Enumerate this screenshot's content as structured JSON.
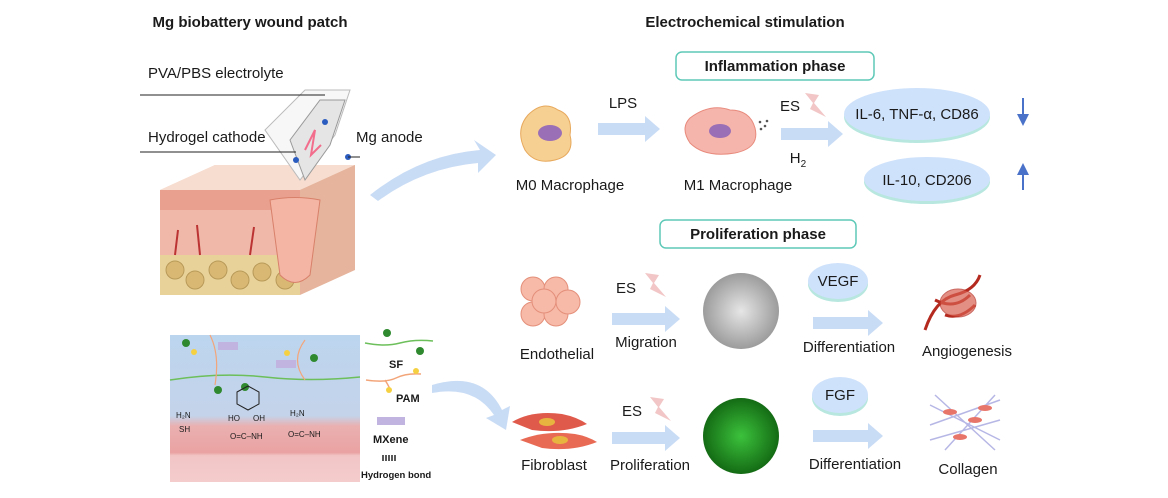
{
  "left": {
    "title": "Mg biobattery wound patch",
    "labels": {
      "electrolyte": "PVA/PBS electrolyte",
      "cathode": "Hydrogel cathode",
      "anode": "Mg anode"
    },
    "legend": {
      "sf": "SF",
      "pam": "PAM",
      "mxene": "MXene",
      "hbond": "Hydrogen bond"
    },
    "chem": {
      "h2n_1": "H₂N",
      "sh": "SH",
      "ho": "HO",
      "oh": "OH",
      "h2n_2": "H₂N",
      "amide_1": "O=C–NH",
      "amide_2": "O=C–NH"
    }
  },
  "right": {
    "title": "Electrochemical stimulation",
    "inflammation": {
      "phase": "Inflammation phase",
      "m0": "M0 Macrophage",
      "lps": "LPS",
      "m1": "M1 Macrophage",
      "es": "ES",
      "h2": "H",
      "h2_sub": "2",
      "down_markers": "IL-6, TNF-α, CD86",
      "up_markers": "IL-10, CD206"
    },
    "proliferation": {
      "phase": "Proliferation phase",
      "endothelial": "Endothelial",
      "es1": "ES",
      "migration": "Migration",
      "vegf": "VEGF",
      "diff1": "Differentiation",
      "angiogenesis": "Angiogenesis",
      "fibroblast": "Fibroblast",
      "es2": "ES",
      "proliferation": "Proliferation",
      "fgf": "FGF",
      "diff2": "Differentiation",
      "collagen": "Collagen"
    }
  },
  "colors": {
    "arrow": "#c9dcf5",
    "ellipse": "#cfe2fb",
    "teal": "#5fc9b8",
    "blue_arrow": "#4a72c8",
    "bolt": "#f2c6c6"
  }
}
